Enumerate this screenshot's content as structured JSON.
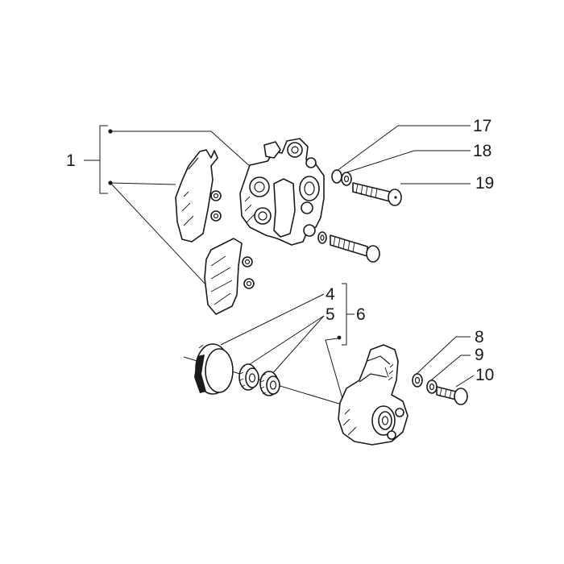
{
  "diagram": {
    "callouts": [
      {
        "id": "1",
        "text": "1"
      },
      {
        "id": "4",
        "text": "4"
      },
      {
        "id": "5",
        "text": "5"
      },
      {
        "id": "6",
        "text": "6"
      },
      {
        "id": "8",
        "text": "8"
      },
      {
        "id": "9",
        "text": "9"
      },
      {
        "id": "10",
        "text": "10"
      },
      {
        "id": "17",
        "text": "17"
      },
      {
        "id": "18",
        "text": "18"
      },
      {
        "id": "19",
        "text": "19"
      }
    ]
  }
}
